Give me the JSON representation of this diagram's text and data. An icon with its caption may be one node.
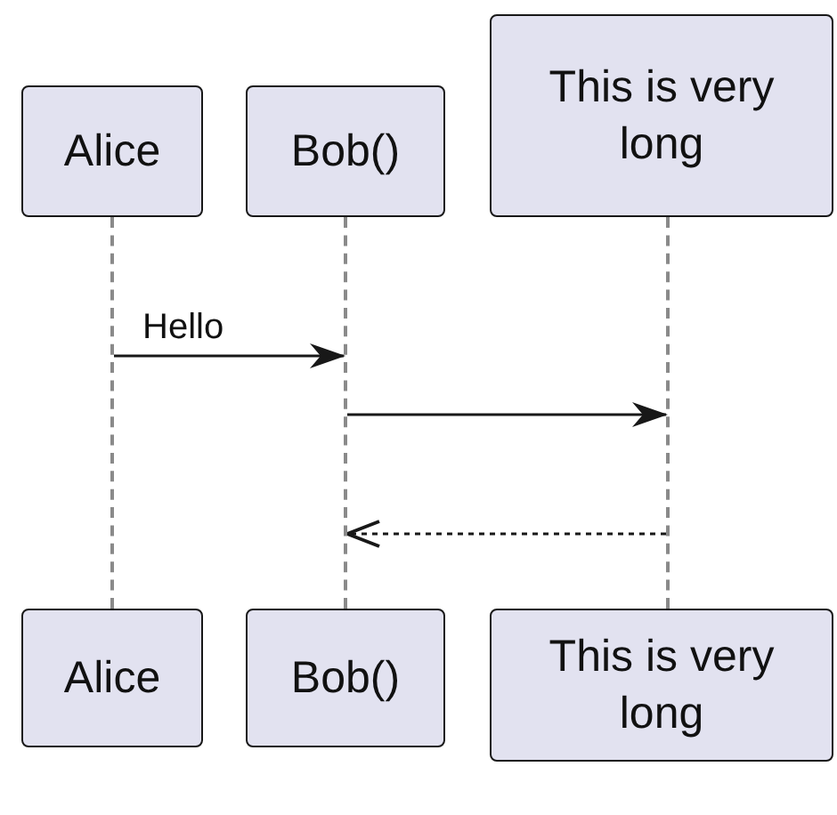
{
  "diagram": {
    "nodes": [
      {
        "text": [
          "Alice"
        ]
      },
      {
        "text": [
          "Bob()"
        ]
      },
      {
        "text": [
          "This is very long"
        ]
      },
      {
        "text": [],
        "shape": "line"
      },
      {
        "text": [],
        "shape": "line"
      },
      {
        "text": [],
        "shape": "line"
      },
      {
        "text": [
          "Alice"
        ]
      },
      {
        "text": [
          "Bob()"
        ]
      },
      {
        "text": [
          "This is very long"
        ]
      }
    ],
    "edges": [
      {
        "from": 3,
        "to": 4,
        "arrow": "to",
        "label": "Hello"
      },
      {
        "from": 4,
        "to": 5,
        "arrow": "to"
      },
      {
        "from": 5,
        "to": 4,
        "arrow": "to",
        "style": "dashed"
      }
    ]
  }
}
